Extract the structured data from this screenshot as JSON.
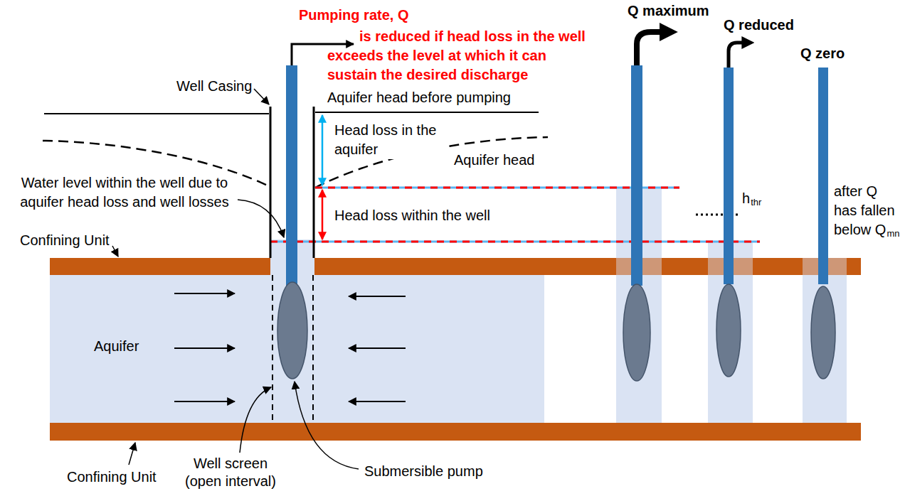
{
  "diagram": {
    "labels": [
      "Pumping rate, Q",
      "is reduced if head loss in the well exceeds the level at which it can sustain the desired discharge",
      "Q maximum",
      "Q reduced",
      "Q zero",
      "Well Casing",
      "Aquifer head before pumping",
      "Head loss in the aquifer",
      "Aquifer head",
      "Water level within the well due to aquifer head loss and well losses",
      "h",
      "thr",
      "after Q has fallen below Q",
      "mn",
      "Head loss within the well",
      "Confining Unit",
      "Aquifer",
      "Confining Unit",
      "Well screen (open interval)",
      "Submersible pump"
    ]
  }
}
